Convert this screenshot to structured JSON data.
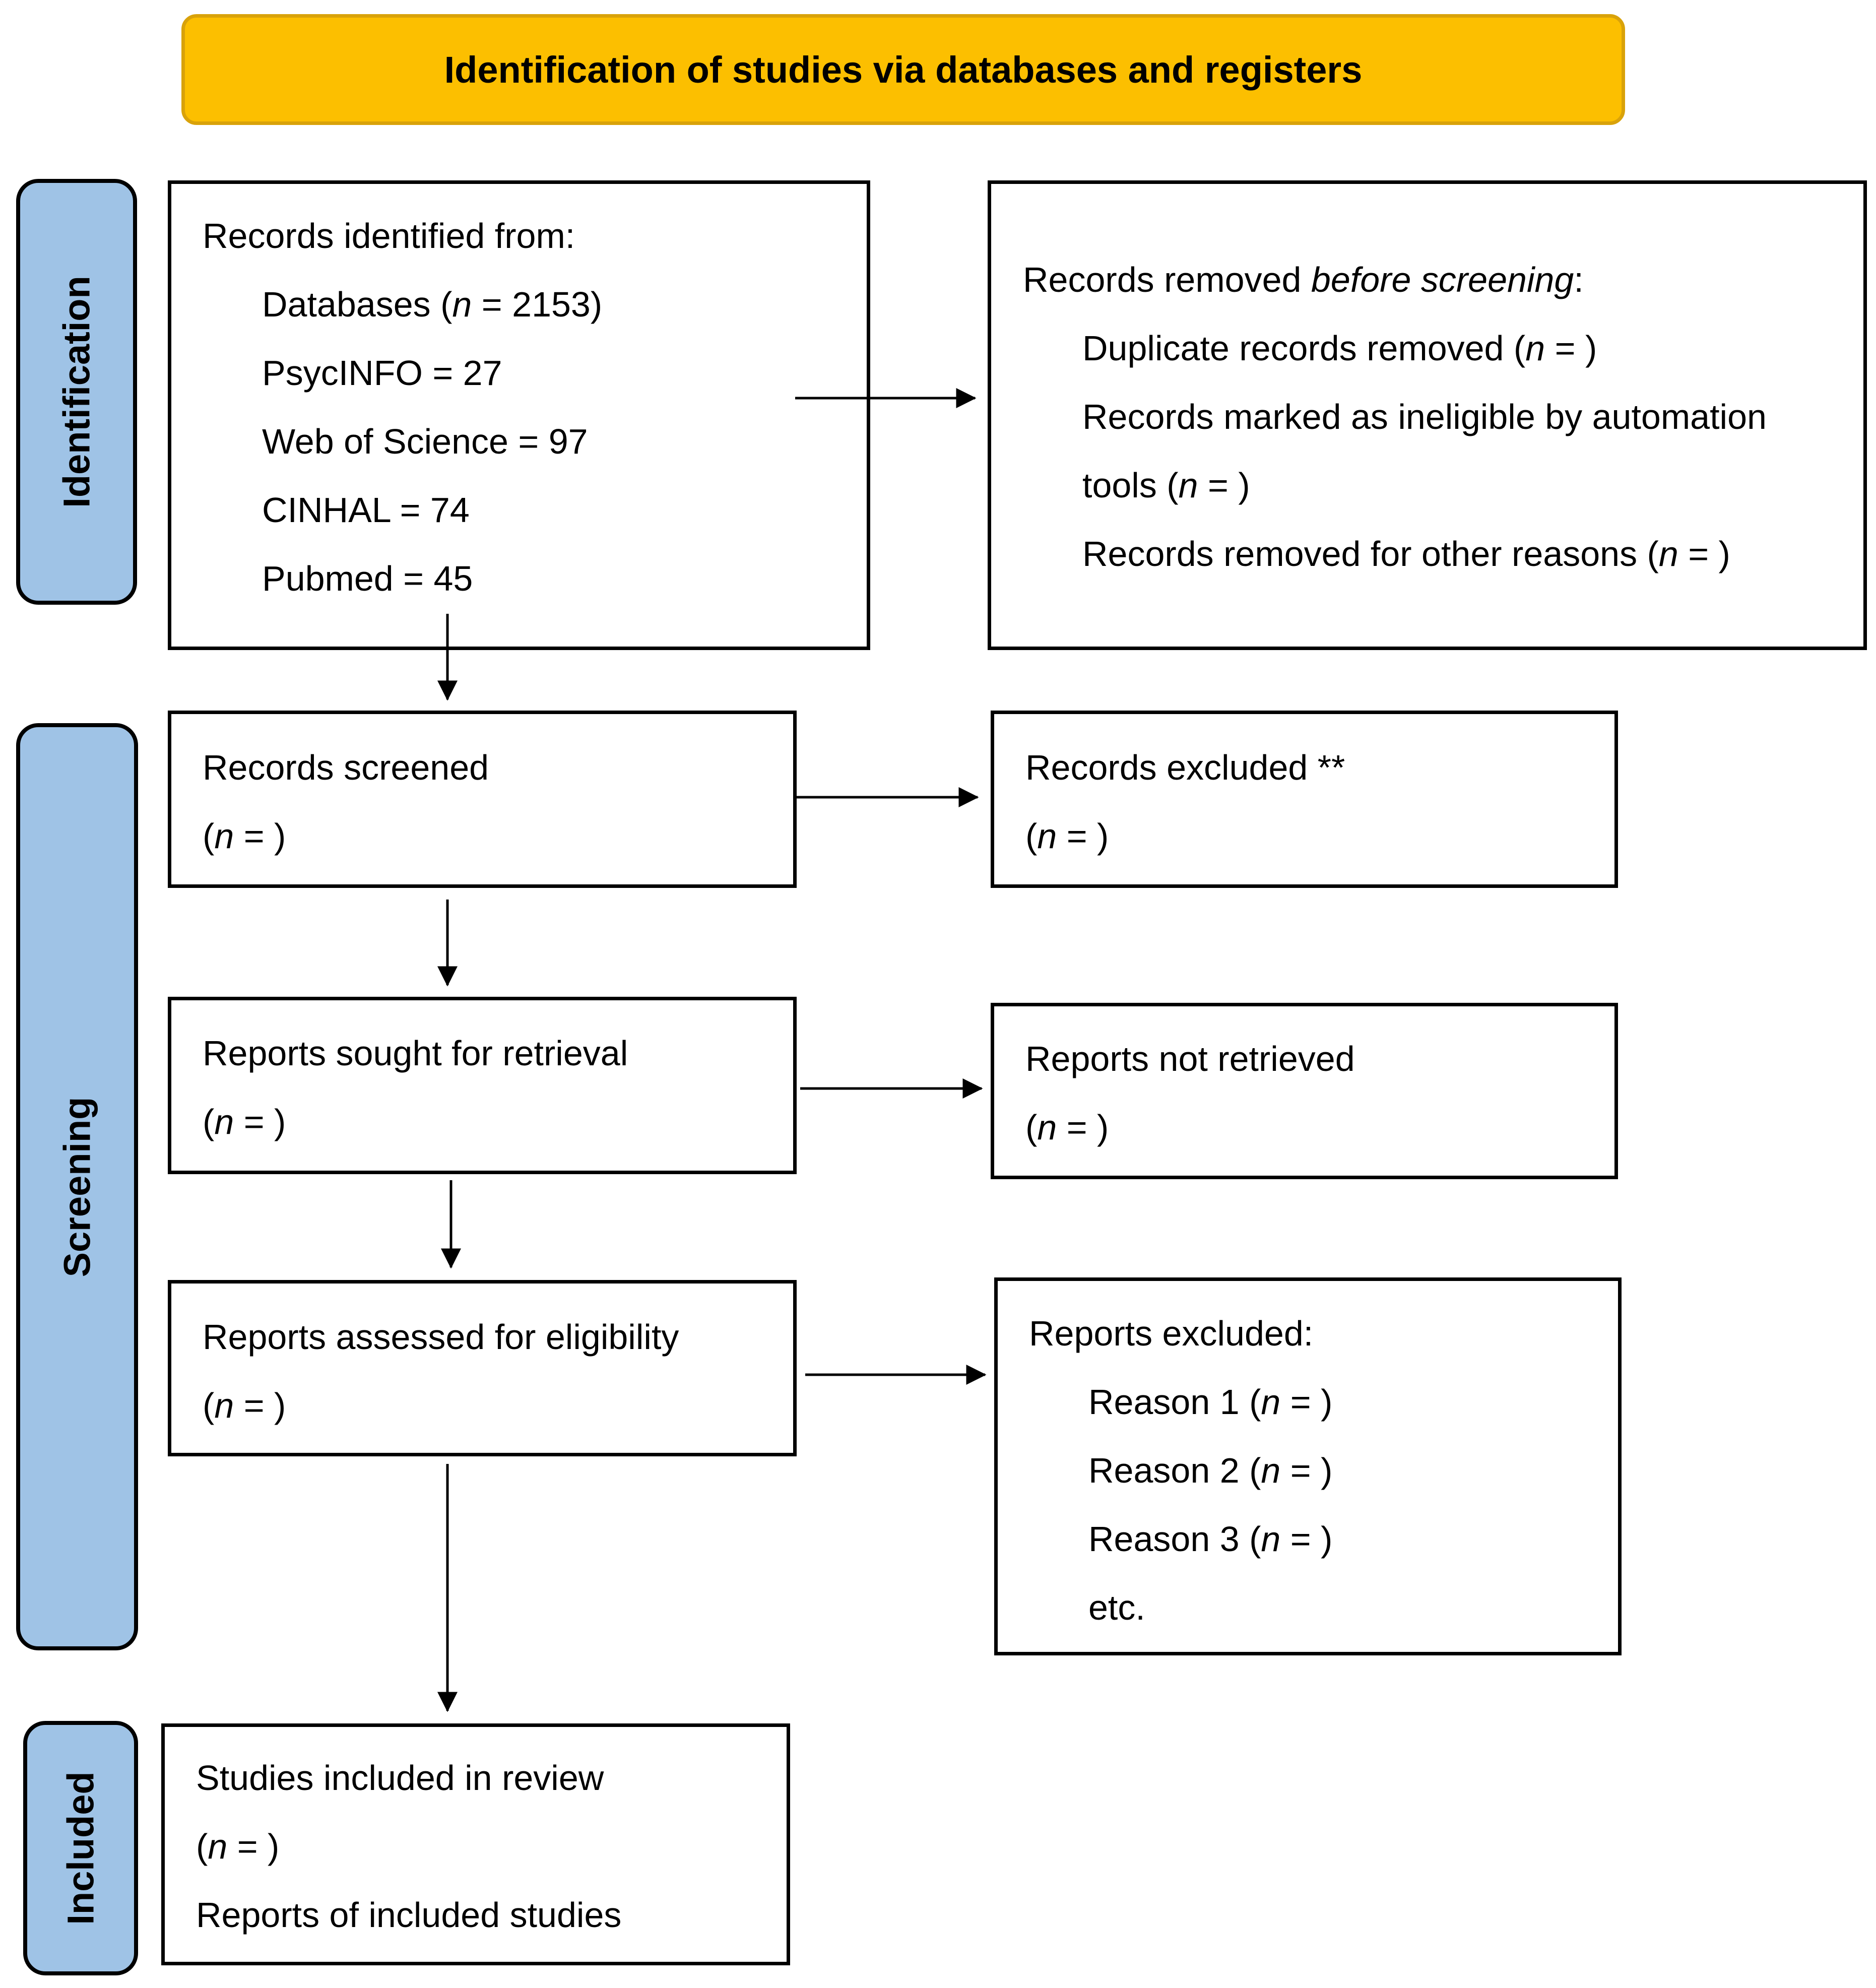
{
  "banner": {
    "title": "Identification of studies via databases and registers"
  },
  "stages": {
    "identification": "Identification",
    "screening": "Screening",
    "included": "Included"
  },
  "n_open": "(",
  "n_italic": "n",
  "n_close": " = )",
  "identified": {
    "heading": "Records identified from:",
    "databases_prefix": "Databases (",
    "databases_suffix": " = 2153)",
    "sources": [
      "PsycINFO = 27",
      "Web of Science = 97",
      "CINHAL = 74",
      "Pubmed = 45"
    ]
  },
  "removed": {
    "heading_prefix": "Records removed ",
    "heading_italic": "before screening",
    "heading_suffix": ":",
    "duplicate_prefix": "Duplicate records removed (",
    "automation_line1": "Records marked as ineligible by automation",
    "automation_line2_prefix": "tools (",
    "other_prefix": "Records removed for other reasons ("
  },
  "screened": {
    "label": "Records screened"
  },
  "excluded": {
    "label": "Records excluded **"
  },
  "sought": {
    "label": "Reports sought for retrieval"
  },
  "not_retrieved": {
    "label": "Reports not retrieved"
  },
  "assessed": {
    "label": "Reports assessed for eligibility"
  },
  "reports_excluded": {
    "heading": "Reports excluded:",
    "reason_prefixes": [
      "Reason 1 (",
      "Reason 2 (",
      "Reason 3 ("
    ],
    "etc": "etc."
  },
  "included": {
    "label": "Studies included in review",
    "reports": "Reports of included studies"
  }
}
